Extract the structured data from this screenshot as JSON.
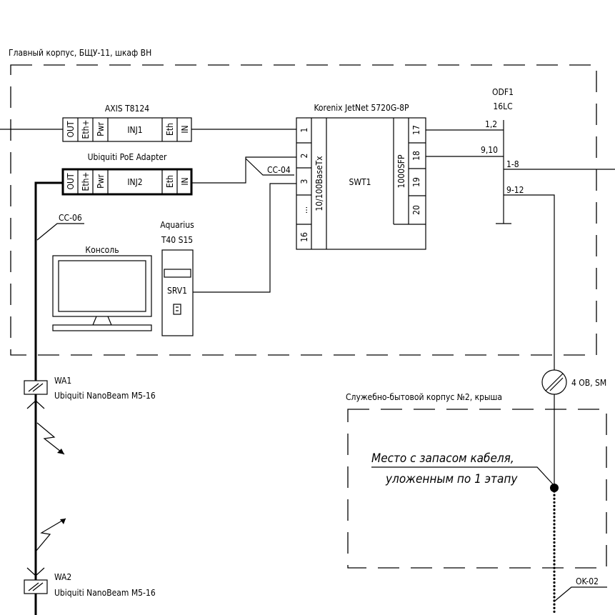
{
  "zones": {
    "main_title": "Главный корпус, БЩУ-11, шкаф ВН",
    "service_title": "Служебно-бытовой корпус №2, крыша"
  },
  "injector1": {
    "title": "AXIS T8124",
    "name": "INJ1",
    "ports": [
      "OUT",
      "Eth+",
      "Pwr",
      "Eth",
      "IN"
    ]
  },
  "injector2": {
    "title": "Ubiquiti PoE Adapter",
    "name": "INJ2",
    "ports": [
      "OUT",
      "Eth+",
      "Pwr",
      "Eth",
      "IN"
    ]
  },
  "switch": {
    "title": "Korenix JetNet 5720G-8P",
    "name": "SWT1",
    "left_group": "10/100BaseTx",
    "right_group": "1000SFP",
    "left_ports": [
      "1",
      "2",
      "3",
      "...",
      "16"
    ],
    "right_ports": [
      "17",
      "18",
      "19",
      "20"
    ]
  },
  "odf": {
    "name": "ODF1",
    "type": "16LC",
    "fibers": [
      "1,2",
      "9,10",
      "1-8",
      "9-12"
    ]
  },
  "server": {
    "title_line1": "Aquarius",
    "title_line2": "T40 S15",
    "name": "SRV1"
  },
  "console": {
    "title": "Консоль"
  },
  "cables": {
    "cc04": "CC-04",
    "cc06": "CC-06",
    "ok02": "OK-02",
    "fiber_label": "4 OB, SM"
  },
  "antennas": {
    "wa1_name": "WA1",
    "wa1_model": "Ubiquiti NanoBeam M5-16",
    "wa2_name": "WA2",
    "wa2_model": "Ubiquiti NanoBeam M5-16"
  },
  "reserve_note": {
    "line1": "Место с запасом кабеля,",
    "line2": "уложенным по 1 этапу"
  }
}
